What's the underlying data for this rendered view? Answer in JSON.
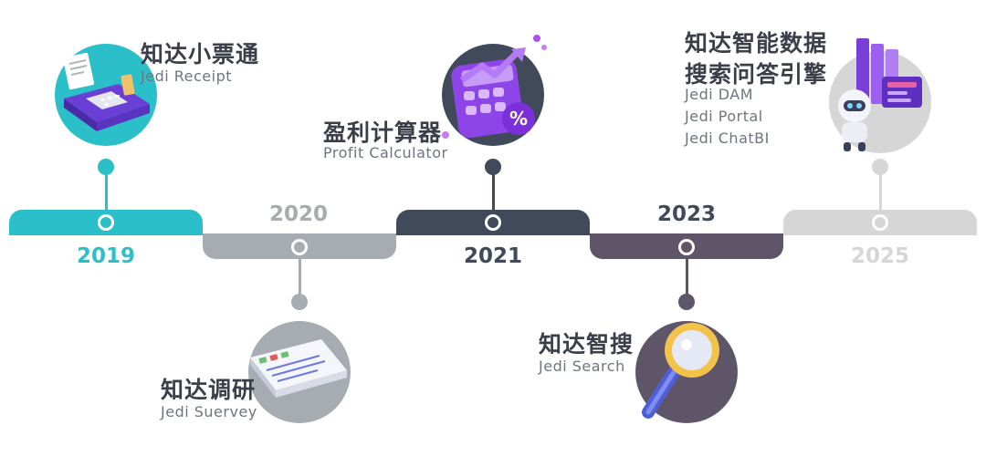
{
  "milestones": [
    {
      "year": "2019",
      "title": "知达小票通",
      "subtitle": [
        "Jedi Receipt"
      ],
      "color": "#2bbfc9",
      "icon": "receipt-printer-icon"
    },
    {
      "year": "2020",
      "title": "知达调研",
      "subtitle": [
        "Jedi Suervey"
      ],
      "color": "#a7abb2",
      "icon": "survey-form-icon"
    },
    {
      "year": "2021",
      "title": "盈利计算器",
      "subtitle": [
        "Profit Calculator"
      ],
      "color": "#404a5b",
      "icon": "calculator-icon"
    },
    {
      "year": "2023",
      "title": "知达智搜",
      "subtitle": [
        "Jedi Search"
      ],
      "color": "#5e5668",
      "icon": "magnifier-icon"
    },
    {
      "year": "2025",
      "title_lines": [
        "知达智能数据",
        "搜索问答引擎"
      ],
      "subtitle": [
        "Jedi DAM",
        "Jedi Portal",
        "Jedi ChatBI"
      ],
      "color": "#d6d6d6",
      "icon": "robot-books-icon"
    }
  ]
}
